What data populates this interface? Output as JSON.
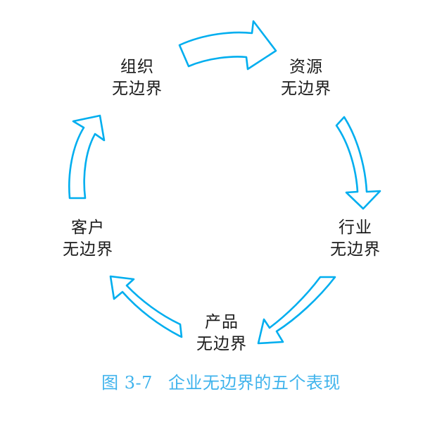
{
  "figure": {
    "caption_number": "图 3-7",
    "caption_title": "企业无边界的五个表现",
    "caption_color": "#3fb3ec",
    "arrow_color": "#00aeef",
    "label_color": "#1a1a1a",
    "background_color": "#ffffff",
    "diagram_type": "cycle",
    "direction": "clockwise",
    "node_count": 5
  },
  "nodes": [
    {
      "id": "organization",
      "line1": "组织",
      "line2": "无边界",
      "position": "top-left"
    },
    {
      "id": "resource",
      "line1": "资源",
      "line2": "无边界",
      "position": "top-right"
    },
    {
      "id": "industry",
      "line1": "行业",
      "line2": "无边界",
      "position": "right"
    },
    {
      "id": "product",
      "line1": "产品",
      "line2": "无边界",
      "position": "bottom"
    },
    {
      "id": "customer",
      "line1": "客户",
      "line2": "无边界",
      "position": "left"
    }
  ],
  "arrows": [
    {
      "id": "arrow-organization-to-resource",
      "from": "organization",
      "to": "resource",
      "direction": "right",
      "style": "hollow-curved-block-arrow"
    },
    {
      "id": "arrow-resource-to-industry",
      "from": "resource",
      "to": "industry",
      "direction": "down",
      "style": "hollow-curved-block-arrow"
    },
    {
      "id": "arrow-industry-to-product",
      "from": "industry",
      "to": "product",
      "direction": "down-left",
      "style": "hollow-curved-block-arrow"
    },
    {
      "id": "arrow-product-to-customer",
      "from": "product",
      "to": "customer",
      "direction": "up-left",
      "style": "hollow-curved-block-arrow"
    },
    {
      "id": "arrow-customer-to-organization",
      "from": "customer",
      "to": "organization",
      "direction": "up",
      "style": "hollow-curved-block-arrow"
    }
  ]
}
